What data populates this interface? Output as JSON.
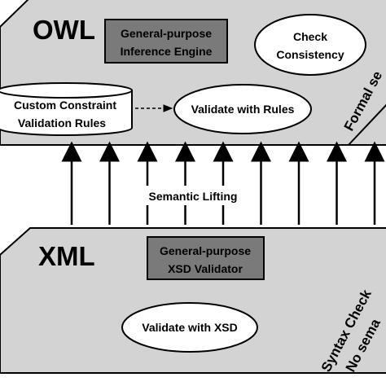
{
  "colors": {
    "owl_plane": "#d3d3d3",
    "xml_plane": "#d3d3d3",
    "engine_box": "#7a7a7a",
    "ellipse_fill": "#ffffff",
    "stroke": "#000000"
  },
  "owl_layer": {
    "title": "OWL",
    "engine_line1": "General-purpose",
    "engine_line2": "Inference Engine",
    "check_line1": "Check",
    "check_line2": "Consistency",
    "rules_line1": "Custom Constraint",
    "rules_line2": "Validation Rules",
    "validate_rules": "Validate with Rules",
    "side_label": "Formal se"
  },
  "lifting": {
    "label": "Semantic Lifting",
    "arrow_count": 9
  },
  "xml_layer": {
    "title": "XML",
    "validator_line1": "General-purpose",
    "validator_line2": "XSD Validator",
    "validate_xsd": "Validate with XSD",
    "side_line1": "Syntax Check",
    "side_line2": "No sema"
  }
}
